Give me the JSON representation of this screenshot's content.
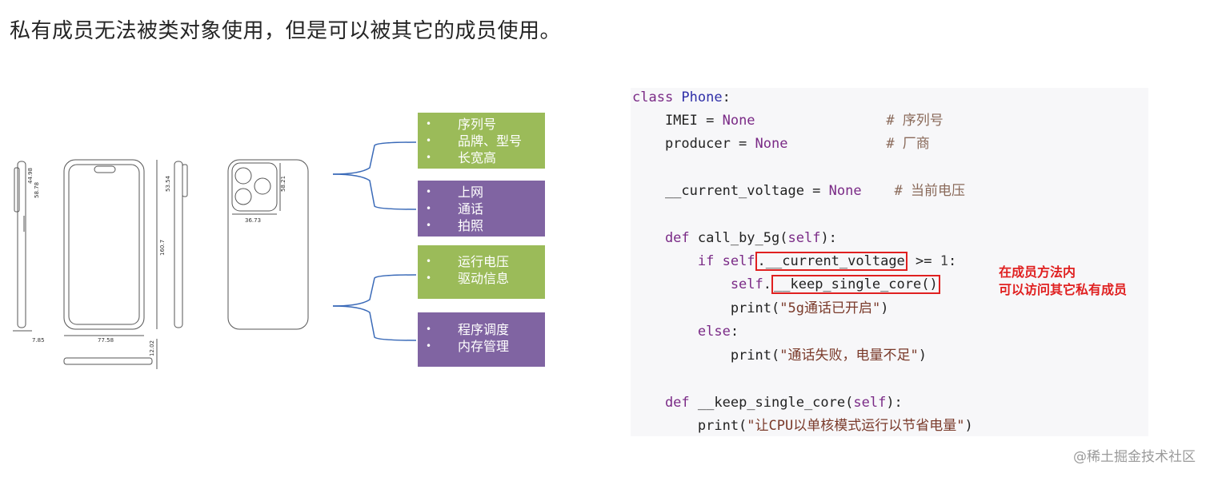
{
  "heading": "私有成员无法被类对象使用，但是可以被其它的成员使用。",
  "phone_dims": [
    "44.98",
    "58.78",
    "53.54",
    "58.21",
    "36.73",
    "160.7",
    "7.85",
    "77.58",
    "12.02"
  ],
  "boxes": [
    {
      "items": [
        "序列号",
        "品牌、型号",
        "长宽高"
      ],
      "color": "#9bbb59"
    },
    {
      "items": [
        "上网",
        "通话",
        "拍照"
      ],
      "color": "#8064a2"
    },
    {
      "items": [
        "运行电压",
        "驱动信息"
      ],
      "color": "#9bbb59"
    },
    {
      "items": [
        "程序调度",
        "内存管理"
      ],
      "color": "#8064a2"
    }
  ],
  "bullet": "•",
  "code": {
    "l1_kw": "class",
    "l1_name": " Phone",
    "l1_rest": ":",
    "l2_name": "    IMEI = ",
    "l2_val": "None",
    "l2_pad": "                ",
    "l2_cmt": "# 序列号",
    "l3_name": "    producer = ",
    "l3_val": "None",
    "l3_pad": "            ",
    "l3_cmt": "# 厂商",
    "l5_name": "    __current_voltage = ",
    "l5_val": "None",
    "l5_pad": "    ",
    "l5_cmt": "# 当前电压",
    "l7_kw": "    def",
    "l7_name": " call_by_5g(",
    "l7_self": "self",
    "l7_rest": "):",
    "l8_kw": "        if",
    "l8_self": " self",
    "l8_dot": ".",
    "l8_boxed": "__current_voltage",
    "l8_op": " >= ",
    "l8_num": "1",
    "l8_end": ":",
    "l9_self": "            self",
    "l9_dot": ".",
    "l9_boxed": "__keep_single_core()",
    "l10_fn": "            print(",
    "l10_str": "\"5g通话已开启\"",
    "l10_end": ")",
    "l11_kw": "        else",
    "l11_end": ":",
    "l12_fn": "            print(",
    "l12_str": "\"通话失败，电量不足\"",
    "l12_end": ")",
    "l14_kw": "    def",
    "l14_name": " __keep_single_core(",
    "l14_self": "self",
    "l14_rest": "):",
    "l15_fn": "        print(",
    "l15_str": "\"让CPU以单核模式运行以节省电量\"",
    "l15_end": ")"
  },
  "note": [
    "在成员方法内",
    "可以访问其它私有成员"
  ],
  "watermark": "@稀土掘金技术社区"
}
